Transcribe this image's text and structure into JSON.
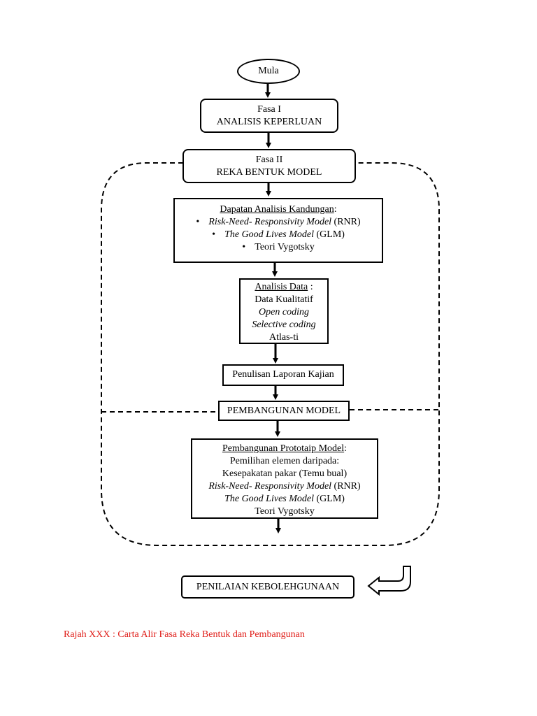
{
  "start": "Mula",
  "fasa1": {
    "label": "Fasa I",
    "title": "ANALISIS KEPERLUAN"
  },
  "fasa2": {
    "label": "Fasa II",
    "title": "REKA BENTUK MODEL"
  },
  "dapatan": {
    "heading": "Dapatan Analisis Kandungan",
    "items": [
      {
        "italic": "Risk-Need- Responsivity  Model",
        "plain": " (RNR)"
      },
      {
        "italic": "The Good Lives Model",
        "plain": " (GLM)"
      },
      {
        "italic": "",
        "plain": "Teori Vygotsky"
      }
    ]
  },
  "analisis_data": {
    "heading": "Analisis Data",
    "lines": [
      "Data Kualitatif",
      "Open coding",
      "Selective coding",
      "Atlas-ti"
    ]
  },
  "penulisan": "Penulisan Laporan Kajian",
  "pembangunan": "PEMBANGUNAN MODEL",
  "prototaip": {
    "heading": "Pembangunan Prototaip Model",
    "line1": "Pemilihan elemen daripada:",
    "line2": "Kesepakatan pakar (Temu bual)",
    "line3_italic": "Risk-Need- Responsivity  Model",
    "line3_plain": " (RNR)",
    "line4_italic": "The Good Lives Model",
    "line4_plain": " (GLM)",
    "line5": "Teori Vygotsky"
  },
  "penilaian": "PENILAIAN KEBOLEHGUNAAN",
  "caption": "Rajah XXX : Carta Alir Fasa Reka Bentuk dan Pembangunan",
  "colors": {
    "caption": "#e0201b",
    "line": "#000000"
  }
}
